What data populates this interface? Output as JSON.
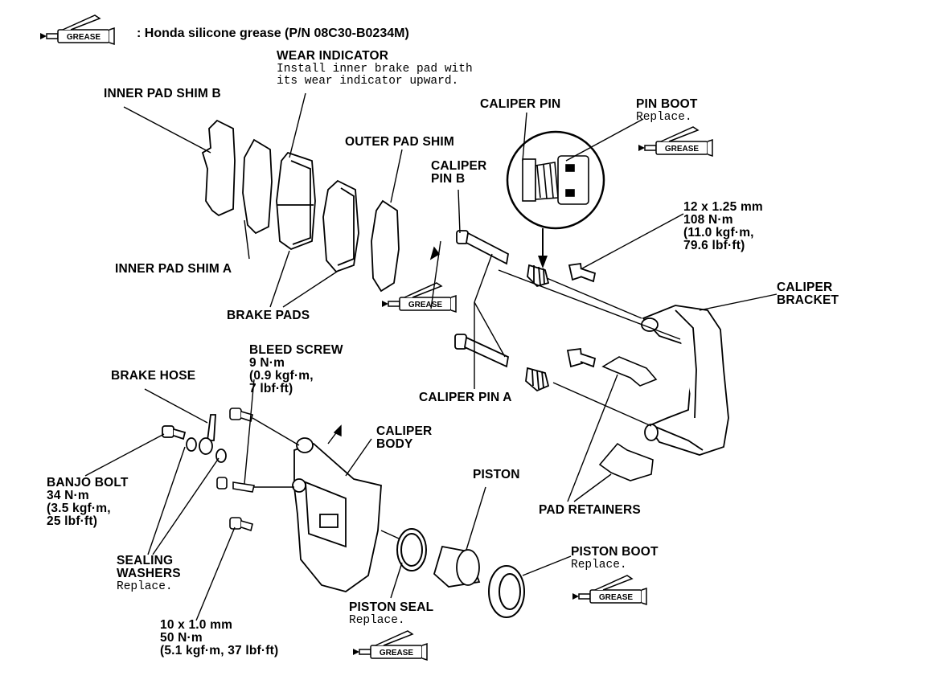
{
  "legend": {
    "icon_text": "GREASE",
    "text": ": Honda silicone grease (P/N 08C30-B0234M)"
  },
  "labels": {
    "wear_indicator_title": "WEAR INDICATOR",
    "wear_indicator_note": "Install inner brake pad with\nits wear indicator upward.",
    "inner_pad_shim_b": "INNER PAD SHIM B",
    "outer_pad_shim": "OUTER PAD SHIM",
    "caliper_pin": "CALIPER PIN",
    "pin_boot_title": "PIN BOOT",
    "pin_boot_note": "Replace.",
    "caliper_pin_b": "CALIPER\nPIN B",
    "torque_12x125": "12 x 1.25 mm\n108 N·m\n(11.0 kgf·m,\n79.6 lbf·ft)",
    "inner_pad_shim_a": "INNER PAD SHIM A",
    "caliper_bracket": "CALIPER\nBRACKET",
    "brake_pads": "BRAKE PADS",
    "bleed_screw": "BLEED SCREW\n9 N·m\n(0.9 kgf·m,\n7 lbf·ft)",
    "brake_hose": "BRAKE HOSE",
    "caliper_pin_a": "CALIPER PIN A",
    "caliper_body": "CALIPER\nBODY",
    "banjo_bolt": "BANJO BOLT\n34 N·m\n(3.5 kgf·m,\n25 lbf·ft)",
    "piston": "PISTON",
    "pad_retainers": "PAD RETAINERS",
    "sealing_washers_title": "SEALING\nWASHERS",
    "sealing_washers_note": "Replace.",
    "piston_boot_title": "PISTON BOOT",
    "piston_boot_note": "Replace.",
    "piston_seal_title": "PISTON SEAL",
    "piston_seal_note": "Replace.",
    "torque_10x10": "10 x 1.0 mm\n50 N·m\n(5.1 kgf·m, 37 lbf·ft)"
  }
}
